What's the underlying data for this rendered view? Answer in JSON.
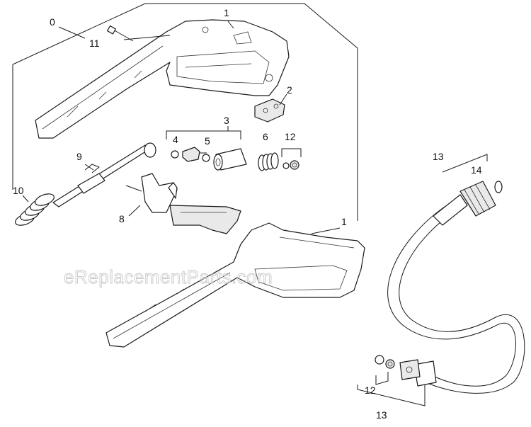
{
  "watermark": "eReplacementParts.com",
  "labels": {
    "l0": "0",
    "l1_top": "1",
    "l1_mid": "1",
    "l2": "2",
    "l3": "3",
    "l4": "4",
    "l5": "5",
    "l6": "6",
    "l8": "8",
    "l9": "9",
    "l10": "10",
    "l11": "11",
    "l12_top": "12",
    "l12_bottom": "12",
    "l13_top": "13",
    "l13_bottom": "13",
    "l14": "14"
  },
  "colors": {
    "line": "#1a1a1a",
    "watermark": "#c8c8c8",
    "fill": "#e9e9e9"
  }
}
